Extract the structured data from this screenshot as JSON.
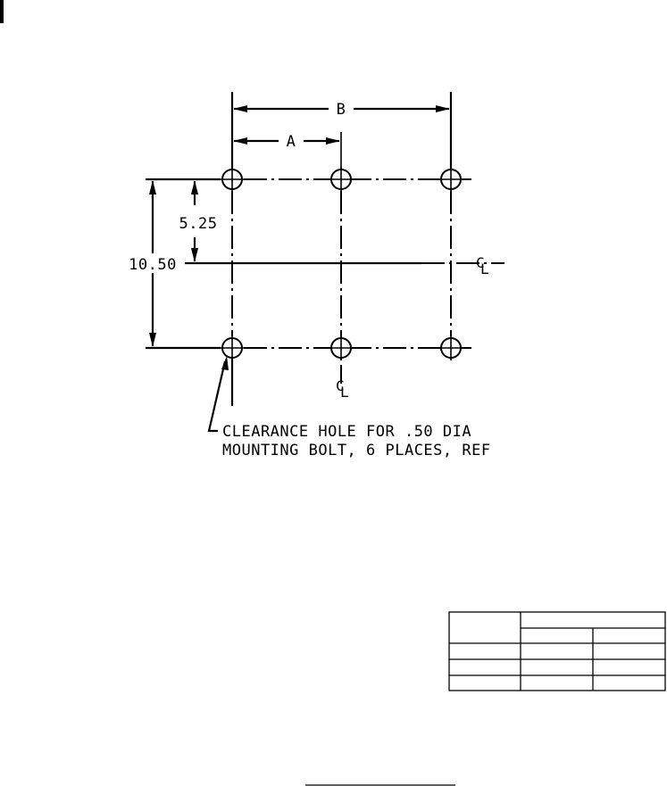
{
  "dimensions": {
    "a_label": "A",
    "b_label": "B",
    "half_height": "5.25",
    "full_height": "10.50"
  },
  "centerline": {
    "horizontal_symbol": "C",
    "horizontal_sub": "L",
    "vertical_symbol": "C",
    "vertical_sub": "L"
  },
  "note": {
    "line1": "CLEARANCE HOLE FOR .50 DIA",
    "line2": "MOUNTING BOLT, 6 PLACES, REF"
  }
}
